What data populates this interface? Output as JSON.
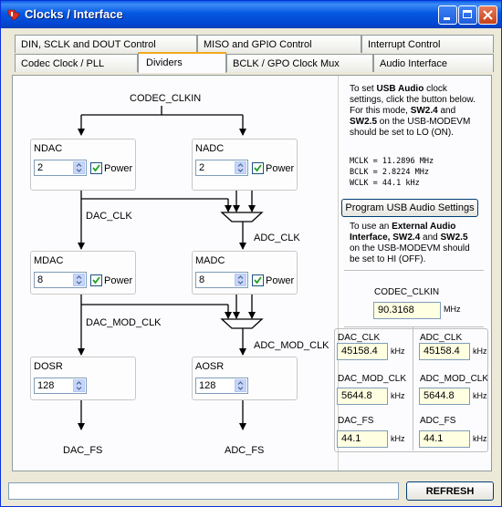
{
  "window": {
    "title": "Clocks / Interface"
  },
  "tabs_row1": [
    "DIN, SCLK and DOUT Control",
    "MISO and GPIO Control",
    "Interrupt Control"
  ],
  "tabs_row2": [
    "Codec Clock / PLL",
    "Dividers",
    "BCLK / GPO Clock Mux",
    "Audio Interface"
  ],
  "diagram": {
    "codec_clkin": "CODEC_CLKIN",
    "ndac": {
      "label": "NDAC",
      "value": "2",
      "power": "Power"
    },
    "nadc": {
      "label": "NADC",
      "value": "2",
      "power": "Power"
    },
    "mdac": {
      "label": "MDAC",
      "value": "8",
      "power": "Power"
    },
    "madc": {
      "label": "MADC",
      "value": "8",
      "power": "Power"
    },
    "dosr": {
      "label": "DOSR",
      "value": "128"
    },
    "aosr": {
      "label": "AOSR",
      "value": "128"
    },
    "dac_clk": "DAC_CLK",
    "adc_clk": "ADC_CLK",
    "dac_mod_clk": "DAC_MOD_CLK",
    "adc_mod_clk": "ADC_MOD_CLK",
    "dac_fs": "DAC_FS",
    "adc_fs": "ADC_FS"
  },
  "info": {
    "usb_p1": "To set",
    "usb_bold": "USB Audio",
    "usb_p2": "clock settings, click the button below. For this mode,",
    "sw24": "SW2.4",
    "and": "and",
    "sw25": "SW2.5",
    "usb_p3": "on the USB-MODEVM should be set to LO (ON).",
    "mclk": "MCLK = 11.2896 MHz",
    "bclk": "BCLK = 2.8224 MHz",
    "wclk": "WCLK = 44.1 kHz",
    "usb_button": "Program USB Audio Settings",
    "ext_p1": "To use an",
    "ext_bold": "External Audio Interface,",
    "ext_sw24": "SW2.4",
    "ext_and": "and",
    "ext_sw25": "SW2.5",
    "ext_p2": "on the USB-MODEVM should be set to HI (OFF)."
  },
  "readouts": {
    "codec_clkin": {
      "label": "CODEC_CLKIN",
      "value": "90.3168",
      "unit": "MHz"
    },
    "dac_clk": {
      "label": "DAC_CLK",
      "value": "45158.4",
      "unit": "kHz"
    },
    "adc_clk": {
      "label": "ADC_CLK",
      "value": "45158.4",
      "unit": "kHz"
    },
    "dac_mod_clk": {
      "label": "DAC_MOD_CLK",
      "value": "5644.8",
      "unit": "kHz"
    },
    "adc_mod_clk": {
      "label": "ADC_MOD_CLK",
      "value": "5644.8",
      "unit": "kHz"
    },
    "dac_fs": {
      "label": "DAC_FS",
      "value": "44.1",
      "unit": "kHz"
    },
    "adc_fs": {
      "label": "ADC_FS",
      "value": "44.1",
      "unit": "kHz"
    }
  },
  "status": {
    "text": "",
    "refresh": "REFRESH"
  },
  "colors": {
    "titlebar": "#0458E2",
    "tab_active_border": "#F4A91D",
    "readout_bg": "#FFFFE1",
    "checkbox_check": "#21A121"
  }
}
